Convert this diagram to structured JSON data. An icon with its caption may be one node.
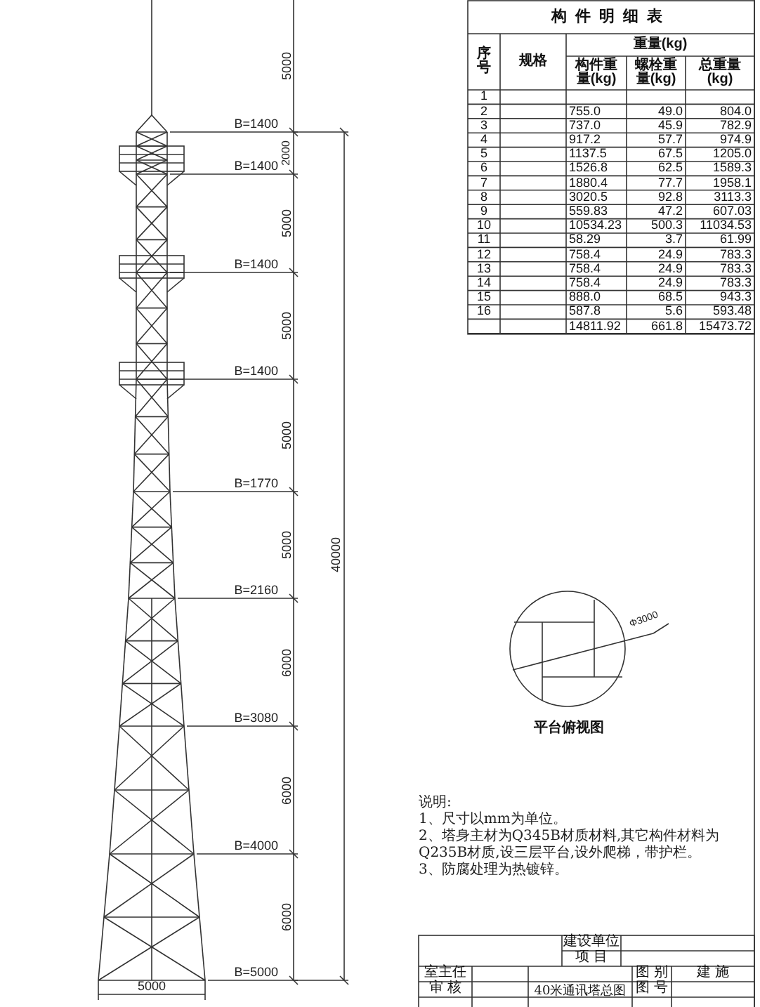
{
  "diagram": {
    "labels": [
      "5000",
      "2000",
      "5000",
      "5000",
      "5000",
      "5000",
      "6000",
      "6000",
      "6000",
      "40000",
      "B=1400",
      "B=1400",
      "B=1400",
      "B=1400",
      "B=1770",
      "B=2160",
      "B=3080",
      "B=4000",
      "B=5000",
      "5000",
      "构件明细表",
      "序号",
      "规格",
      "重量(kg)",
      "构件重量(kg)",
      "螺栓重量(kg)",
      "总重量(kg)",
      "1",
      "2",
      "755.0",
      "49.0",
      "804.0",
      "3",
      "737.0",
      "45.9",
      "782.9",
      "4",
      "917.2",
      "57.7",
      "974.9",
      "5",
      "1137.5",
      "67.5",
      "1205.0",
      "6",
      "1526.8",
      "62.5",
      "1589.3",
      "7",
      "1880.4",
      "77.7",
      "1958.1",
      "8",
      "3020.5",
      "92.8",
      "3113.3",
      "9",
      "559.83",
      "47.2",
      "607.03",
      "10",
      "10534.23",
      "500.3",
      "11034.53",
      "11",
      "58.29",
      "3.7",
      "61.99",
      "12",
      "758.4",
      "24.9",
      "783.3",
      "13",
      "758.4",
      "24.9",
      "783.3",
      "14",
      "758.4",
      "24.9",
      "783.3",
      "15",
      "888.0",
      "68.5",
      "943.3",
      "16",
      "587.8",
      "5.6",
      "593.48",
      "14811.92",
      "661.8",
      "15473.72",
      "Φ3000",
      "平台俯视图",
      "说明:",
      "1、尺寸以mm为单位。",
      "2、塔身主材为Q345B材质材料,其它构件材料为Q235B材质,设三层平台,设外爬梯，带护栏。",
      "3、防腐处理为热镀锌。",
      "建设单位",
      "项 目",
      "室主任",
      "审 核",
      "40米通讯塔总图",
      "图 别",
      "建 施",
      "图 号"
    ]
  }
}
